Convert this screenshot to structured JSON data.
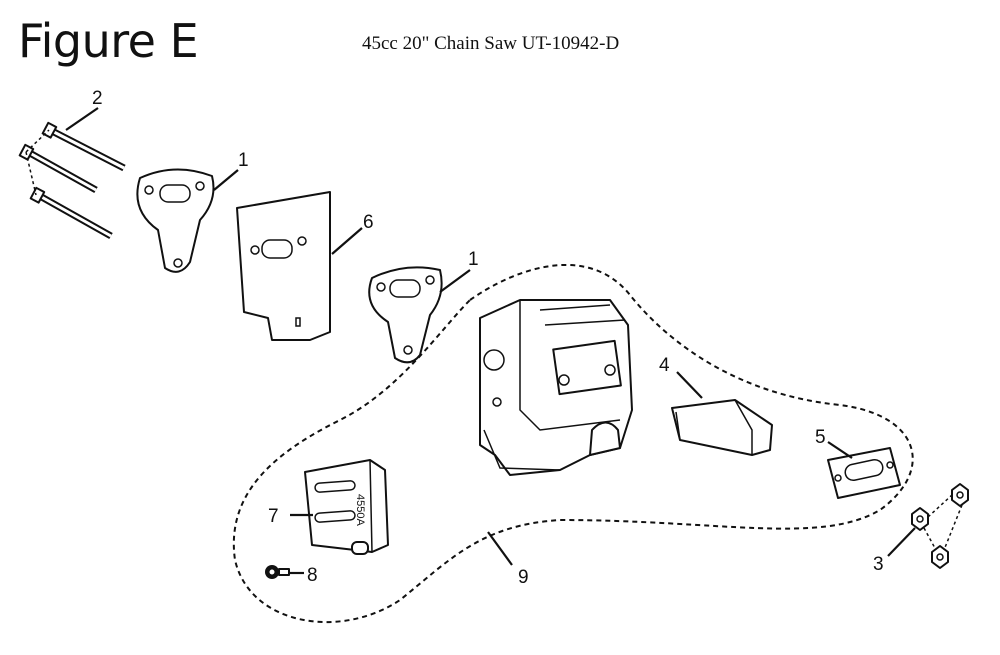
{
  "title": "Figure E",
  "subtitle": "45cc 20\" Chain Saw UT-10942-D",
  "callouts": {
    "c1a": "1",
    "c1b": "1",
    "c2": "2",
    "c3": "3",
    "c4": "4",
    "c5": "5",
    "c6": "6",
    "c7": "7",
    "c8": "8",
    "c9": "9"
  },
  "part_markings": {
    "heat_shield_code": "4550A"
  }
}
